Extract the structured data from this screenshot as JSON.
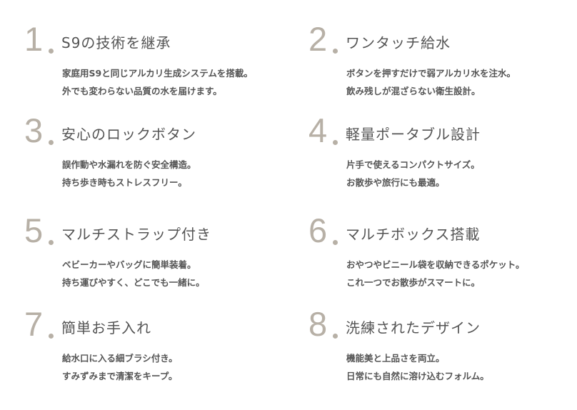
{
  "features": [
    {
      "number": "1",
      "title": "S9の技術を継承",
      "lines": [
        "家庭用S9と同じアルカリ生成システムを搭載。",
        "外でも変わらない品質の水を届けます。"
      ]
    },
    {
      "number": "2",
      "title": "ワンタッチ給水",
      "lines": [
        "ボタンを押すだけで弱アルカリ水を注水。",
        "飲み残しが混ざらない衛生設計。"
      ]
    },
    {
      "number": "3",
      "title": "安心のロックボタン",
      "lines": [
        "誤作動や水漏れを防ぐ安全構造。",
        "持ち歩き時もストレスフリー。"
      ]
    },
    {
      "number": "4",
      "title": "軽量ポータブル設計",
      "lines": [
        "片手で使えるコンパクトサイズ。",
        "お散歩や旅行にも最適。"
      ]
    },
    {
      "number": "5",
      "title": "マルチストラップ付き",
      "lines": [
        "ベビーカーやバッグに簡単装着。",
        "持ち運びやすく、どこでも一緒に。"
      ]
    },
    {
      "number": "6",
      "title": "マルチボックス搭載",
      "lines": [
        "おやつやビニール袋を収納できるポケット。",
        "これ一つでお散歩がスマートに。"
      ]
    },
    {
      "number": "7",
      "title": "簡単お手入れ",
      "lines": [
        "給水口に入る細ブラシ付き。",
        "すみずみまで清潔をキープ。"
      ]
    },
    {
      "number": "8",
      "title": "洗練されたデザイン",
      "lines": [
        "機能美と上品さを両立。",
        "日常にも自然に溶け込むフォルム。"
      ]
    }
  ],
  "colors": {
    "number": "#b7b0a6",
    "text": "#555555"
  }
}
